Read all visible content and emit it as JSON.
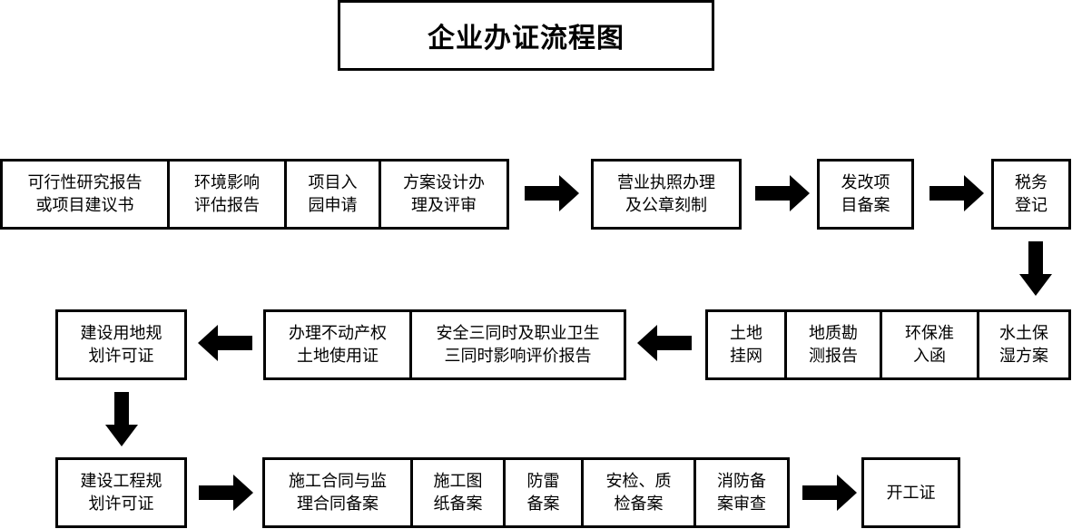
{
  "title": "企业办证流程图",
  "row1": {
    "group1": [
      "可行性研究报告\n或项目建议书",
      "环境影响\n评估报告",
      "项目入\n园申请",
      "方案设计办\n理及评审"
    ],
    "business_license": "营业执照办理\n及公章刻制",
    "reform_filing": "发改项\n目备案",
    "tax": "税务\n登记"
  },
  "row2": {
    "group_right": [
      "土地\n挂网",
      "地质勘\n测报告",
      "环保准\n入函",
      "水土保\n湿方案"
    ],
    "group_mid": [
      "办理不动产权\n土地使用证",
      "安全三同时及职业卫生\n三同时影响评价报告"
    ],
    "land_planning": "建设用地规\n划许可证"
  },
  "row3": {
    "project_planning": "建设工程规\n划许可证",
    "group": [
      "施工合同与监\n理合同备案",
      "施工图\n纸备案",
      "防雷\n备案",
      "安检、质\n检备案",
      "消防备\n案审查"
    ],
    "start_permit": "开工证"
  }
}
